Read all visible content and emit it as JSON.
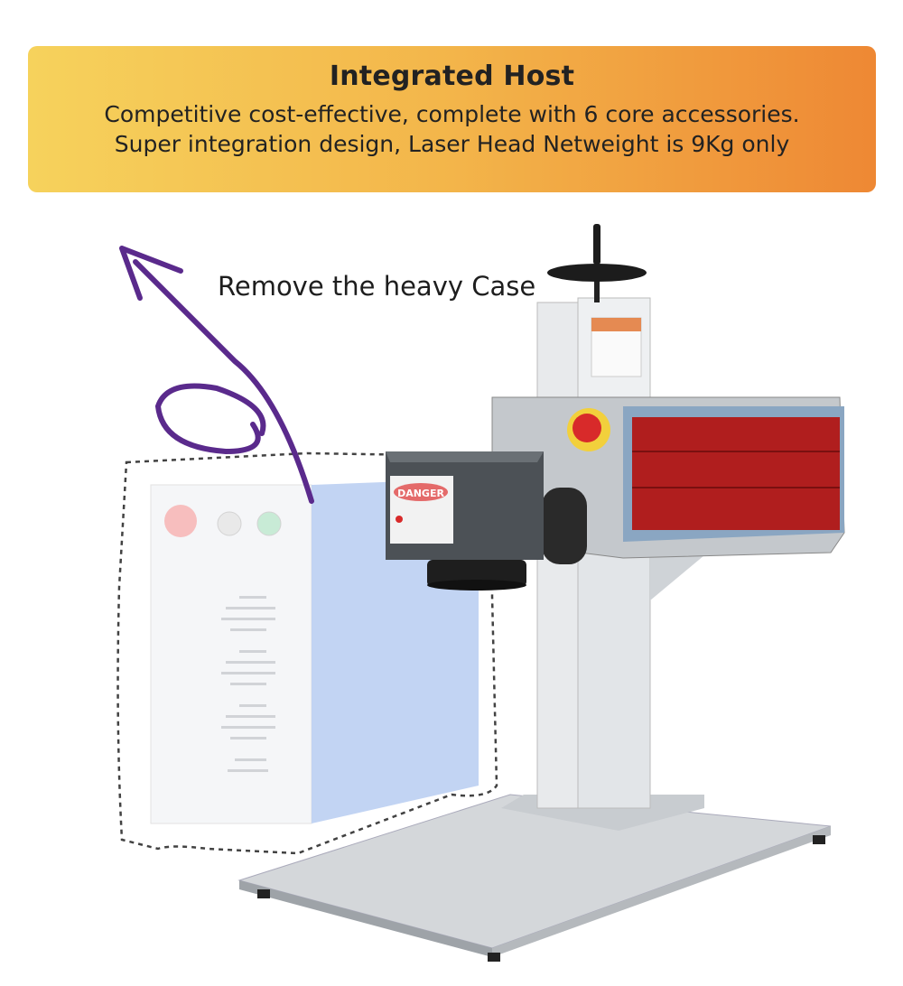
{
  "banner": {
    "title": "Integrated Host",
    "line1": "Competitive cost-effective, complete with 6 core accessories.",
    "line2": "Super integration design, Laser Head Netweight is 9Kg only",
    "gradient_start": "#f6d25c",
    "gradient_end": "#ee8834"
  },
  "callout": {
    "text": "Remove the heavy Case",
    "arrow_color": "#5a2a8c"
  },
  "product": {
    "danger_label": "DANGER",
    "accent_red": "#b01e1e"
  }
}
